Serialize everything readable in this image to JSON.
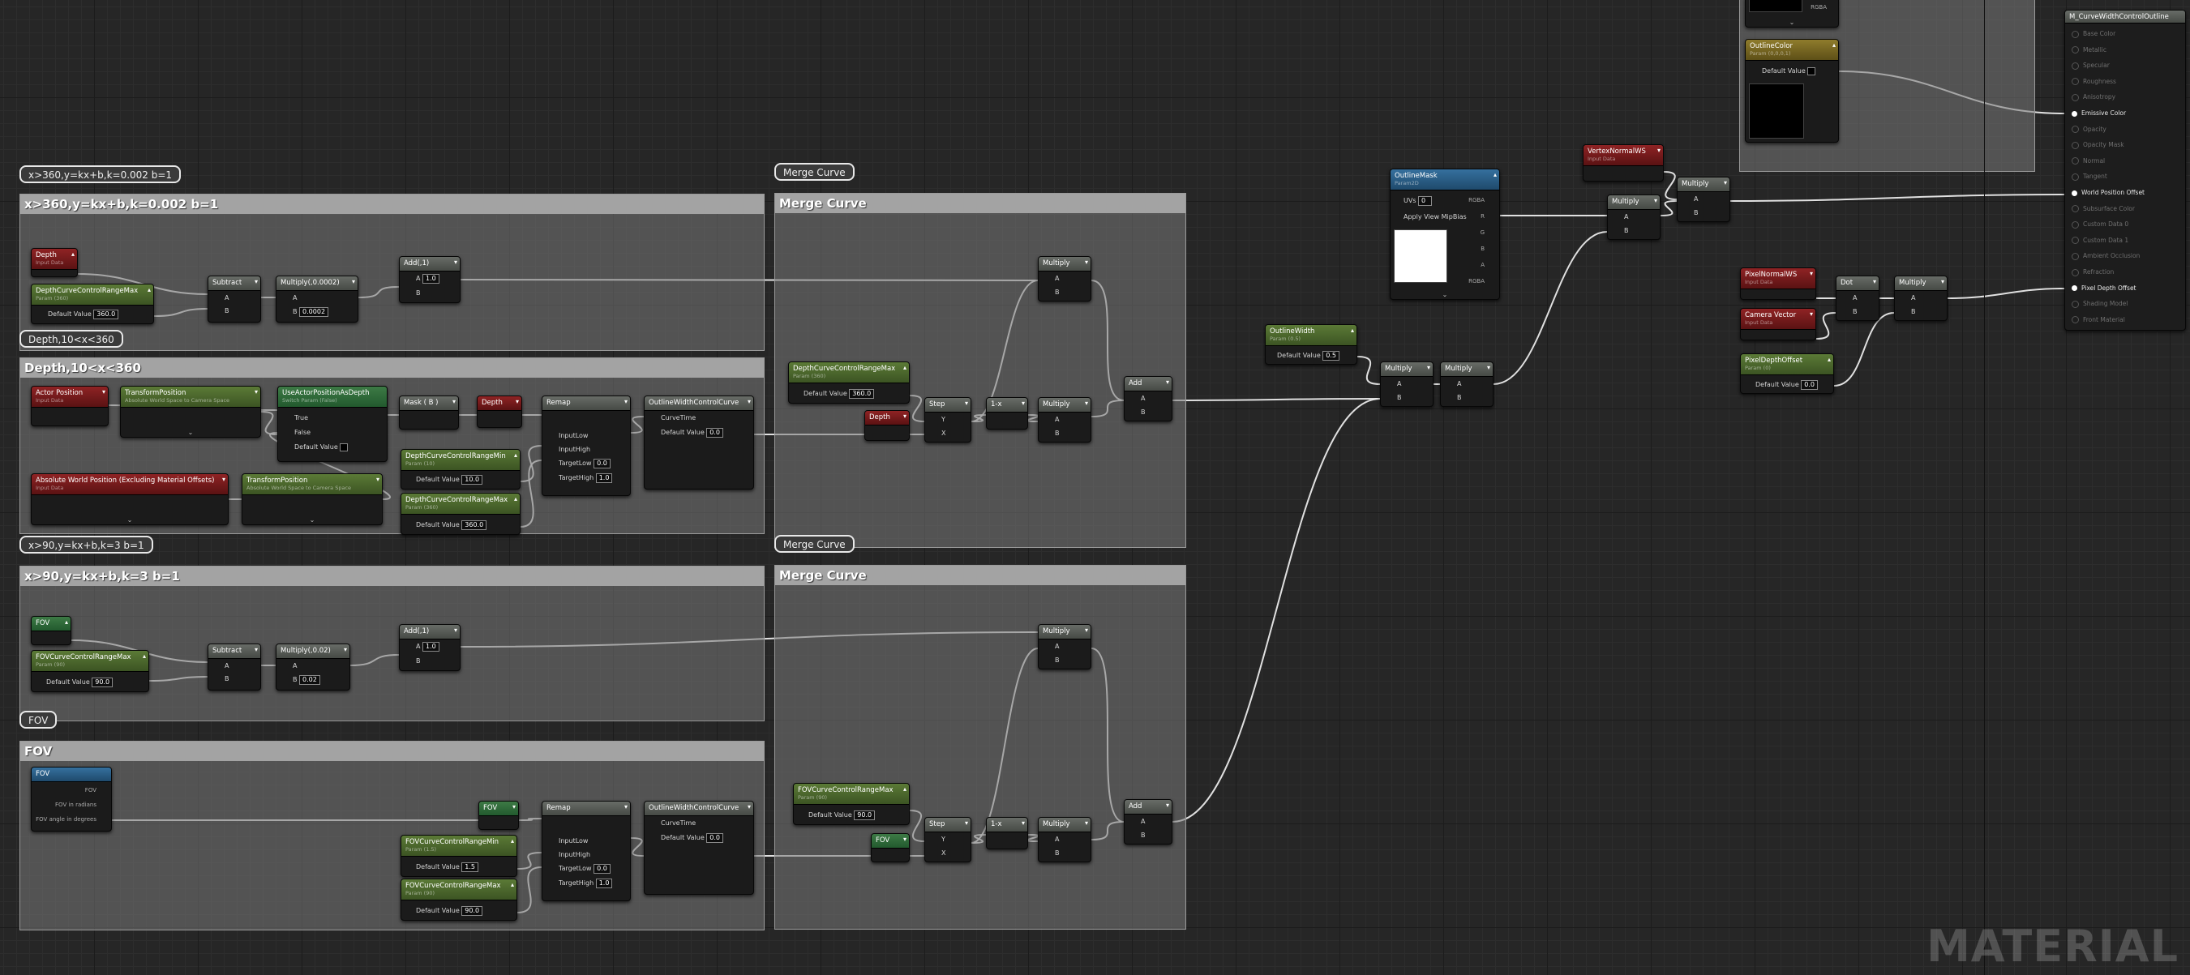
{
  "watermark": "MATERIAL",
  "comments": {
    "depth_linear": {
      "bubble": "x>360,y=kx+b,k=0.002 b=1",
      "header": "x>360,y=kx+b,k=0.002 b=1"
    },
    "depth_remap": {
      "bubble": "Depth,10<x<360",
      "header": "Depth,10<x<360"
    },
    "fov_linear": {
      "bubble": "x>90,y=kx+b,k=3 b=1",
      "header": "x>90,y=kx+b,k=3 b=1"
    },
    "fov_remap": {
      "bubble": "FOV",
      "header": "FOV"
    },
    "merge1": {
      "bubble": "Merge Curve",
      "header": "Merge Curve"
    },
    "merge2": {
      "bubble": "Merge Curve",
      "header": "Merge Curve"
    }
  },
  "labels": {
    "a": "A",
    "b": "B",
    "x": "X",
    "y": "Y",
    "true": "True",
    "false": "False",
    "default_value": "Default Value",
    "curvetime": "CurveTime",
    "input_low": "InputLow",
    "input_high": "InputHigh",
    "target_low": "TargetLow",
    "target_high": "TargetHigh",
    "uvs": "UVs",
    "apply_mip": "Apply View MipBias",
    "r": "R",
    "g": "G",
    "bb": "B",
    "aa": "A",
    "rgba": "RGBA",
    "fov": "FOV",
    "fov_rad": "FOV in radians",
    "fov_deg": "FOV angle in degrees"
  },
  "nodes": {
    "depth1": {
      "title": "Depth",
      "sub": "Input Data"
    },
    "dccrm1": {
      "title": "DepthCurveControlRangeMax",
      "sub": "Param (360)",
      "value": "360.0"
    },
    "subtract1": {
      "title": "Subtract"
    },
    "multiply1": {
      "title": "Multiply(,0.0002)",
      "b": "0.0002"
    },
    "add1": {
      "title": "Add(,1)",
      "b": "1.0"
    },
    "actorpos": {
      "title": "Actor Position",
      "sub": "Input Data"
    },
    "transform1": {
      "title": "TransformPosition",
      "sub": "Absolute World Space to Camera Space"
    },
    "useactor": {
      "title": "UseActorPositionAsDepth",
      "sub": "Switch Param (False)"
    },
    "mask1": {
      "title": "Mask ( B )"
    },
    "depth2": {
      "title": "Depth"
    },
    "remap1": {
      "title": "Remap",
      "tlow": "0.0",
      "thigh": "1.0"
    },
    "owcc1": {
      "title": "OutlineWidthControlCurve",
      "value": "0.0"
    },
    "absworld": {
      "title": "Absolute World Position (Excluding Material Offsets)",
      "sub": "Input Data"
    },
    "transform2": {
      "title": "TransformPosition",
      "sub": "Absolute World Space to Camera Space"
    },
    "dccrmin": {
      "title": "DepthCurveControlRangeMin",
      "sub": "Param (10)",
      "value": "10.0"
    },
    "dccrmax2": {
      "title": "DepthCurveControlRangeMax",
      "sub": "Param (360)",
      "value": "360.0"
    },
    "m1_multiply_top": {
      "title": "Multiply"
    },
    "m1_range": {
      "title": "DepthCurveControlRangeMax",
      "sub": "Param (360)",
      "value": "360.0"
    },
    "m1_depth": {
      "title": "Depth"
    },
    "m1_step": {
      "title": "Step"
    },
    "m1_onem": {
      "title": "1-x"
    },
    "m1_multiply_bot": {
      "title": "Multiply"
    },
    "m1_add": {
      "title": "Add"
    },
    "fov1": {
      "title": "FOV"
    },
    "fovmax1": {
      "title": "FOVCurveControlRangeMax",
      "sub": "Param (90)",
      "value": "90.0"
    },
    "subtract2": {
      "title": "Subtract"
    },
    "multiply2": {
      "title": "Multiply(,0.02)",
      "b": "0.02"
    },
    "add2": {
      "title": "Add(,1)",
      "b": "1.0"
    },
    "fovbig": {
      "title": "FOV"
    },
    "fov2": {
      "title": "FOV"
    },
    "remap2": {
      "title": "Remap",
      "tlow": "0.0",
      "thigh": "1.0"
    },
    "owcc2": {
      "title": "OutlineWidthControlCurve",
      "value": "0.0"
    },
    "fovmin": {
      "title": "FOVCurveControlRangeMin",
      "sub": "Param (1.5)",
      "value": "1.5"
    },
    "fovmax2": {
      "title": "FOVCurveControlRangeMax",
      "sub": "Param (90)",
      "value": "90.0"
    },
    "m2_multiply_top": {
      "title": "Multiply"
    },
    "m2_range": {
      "title": "FOVCurveControlRangeMax",
      "sub": "Param (90)",
      "value": "90.0"
    },
    "m2_fov": {
      "title": "FOV"
    },
    "m2_step": {
      "title": "Step"
    },
    "m2_onem": {
      "title": "1-x"
    },
    "m2_multiply_bot": {
      "title": "Multiply"
    },
    "m2_add": {
      "title": "Add"
    },
    "outlinewidth": {
      "title": "OutlineWidth",
      "sub": "Param (0.5)",
      "value": "0.5"
    },
    "mulw1": {
      "title": "Multiply"
    },
    "mulw2": {
      "title": "Multiply"
    },
    "outlinemask": {
      "title": "OutlineMask",
      "sub": "Param2D",
      "uvs": "0"
    },
    "vertexnormal": {
      "title": "VertexNormalWS",
      "sub": "Input Data"
    },
    "mulmask": {
      "title": "Multiply"
    },
    "mulnormal": {
      "title": "Multiply"
    },
    "outlinecolor": {
      "title": "OutlineColor",
      "sub": "Param (0,0,0,1)"
    },
    "pixelnormal": {
      "title": "PixelNormalWS",
      "sub": "Input Data"
    },
    "cameravec": {
      "title": "Camera Vector",
      "sub": "Input Data"
    },
    "dot": {
      "title": "Dot"
    },
    "pixeldepth": {
      "title": "PixelDepthOffset",
      "sub": "Param (0)",
      "value": "0.0"
    },
    "muldepth": {
      "title": "Multiply"
    }
  },
  "material": {
    "title": "M_CurveWidthControlOutline",
    "pins": [
      "Base Color",
      "Metallic",
      "Specular",
      "Roughness",
      "Anisotropy",
      "Emissive Color",
      "Opacity",
      "Opacity Mask",
      "Normal",
      "Tangent",
      "World Position Offset",
      "Subsurface Color",
      "Custom Data 0",
      "Custom Data 1",
      "Ambient Occlusion",
      "Refraction",
      "Pixel Depth Offset",
      "Shading Model",
      "Front Material"
    ],
    "active": [
      5,
      10,
      16
    ]
  },
  "colors": {
    "canvas": "#262626",
    "wire": "#f0f0f0",
    "param_header": "#5b7a36",
    "input_header": "#8f2324"
  }
}
